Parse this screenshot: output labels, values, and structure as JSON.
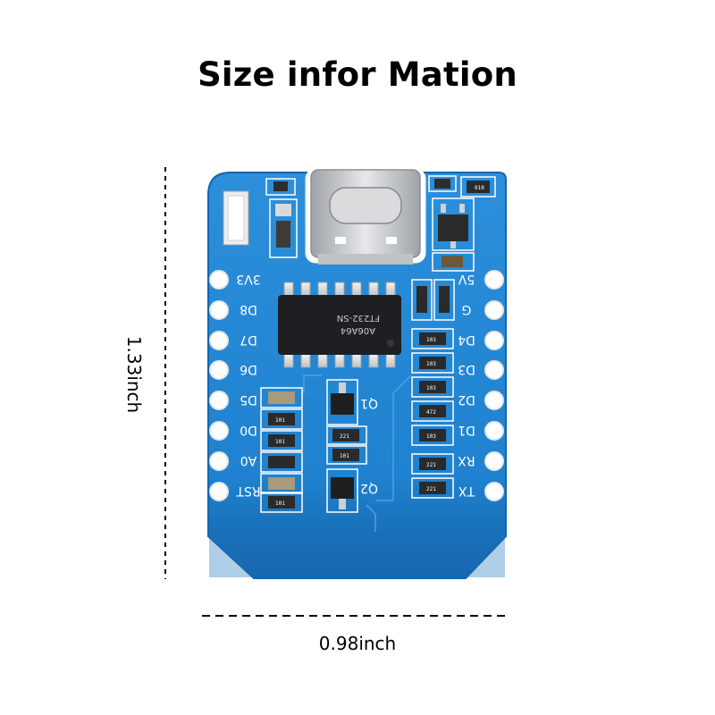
{
  "title": "Size infor Mation",
  "dimensions": {
    "width_label": "0.98inch",
    "height_label": "1.33inch"
  },
  "board": {
    "left_pins": [
      "3V3",
      "D8",
      "D7",
      "D6",
      "D5",
      "D0",
      "A0",
      "RST"
    ],
    "right_pins": [
      "5V",
      "G",
      "D4",
      "D3",
      "D2",
      "D1",
      "RX",
      "TX"
    ],
    "chip_lines": [
      "FT232-SN",
      "A06A64"
    ],
    "resistor_codes": [
      "010",
      "103",
      "103",
      "103",
      "472",
      "103",
      "221",
      "221",
      "101",
      "101",
      "101",
      "221",
      "101"
    ],
    "transistor_labels": [
      "Q1",
      "Q2"
    ],
    "colors": {
      "pcb": "#1f82d0",
      "pcb_edge": "#1566ad",
      "silkscreen": "#ffffff",
      "usb_metal": "#c7c9cb"
    }
  }
}
